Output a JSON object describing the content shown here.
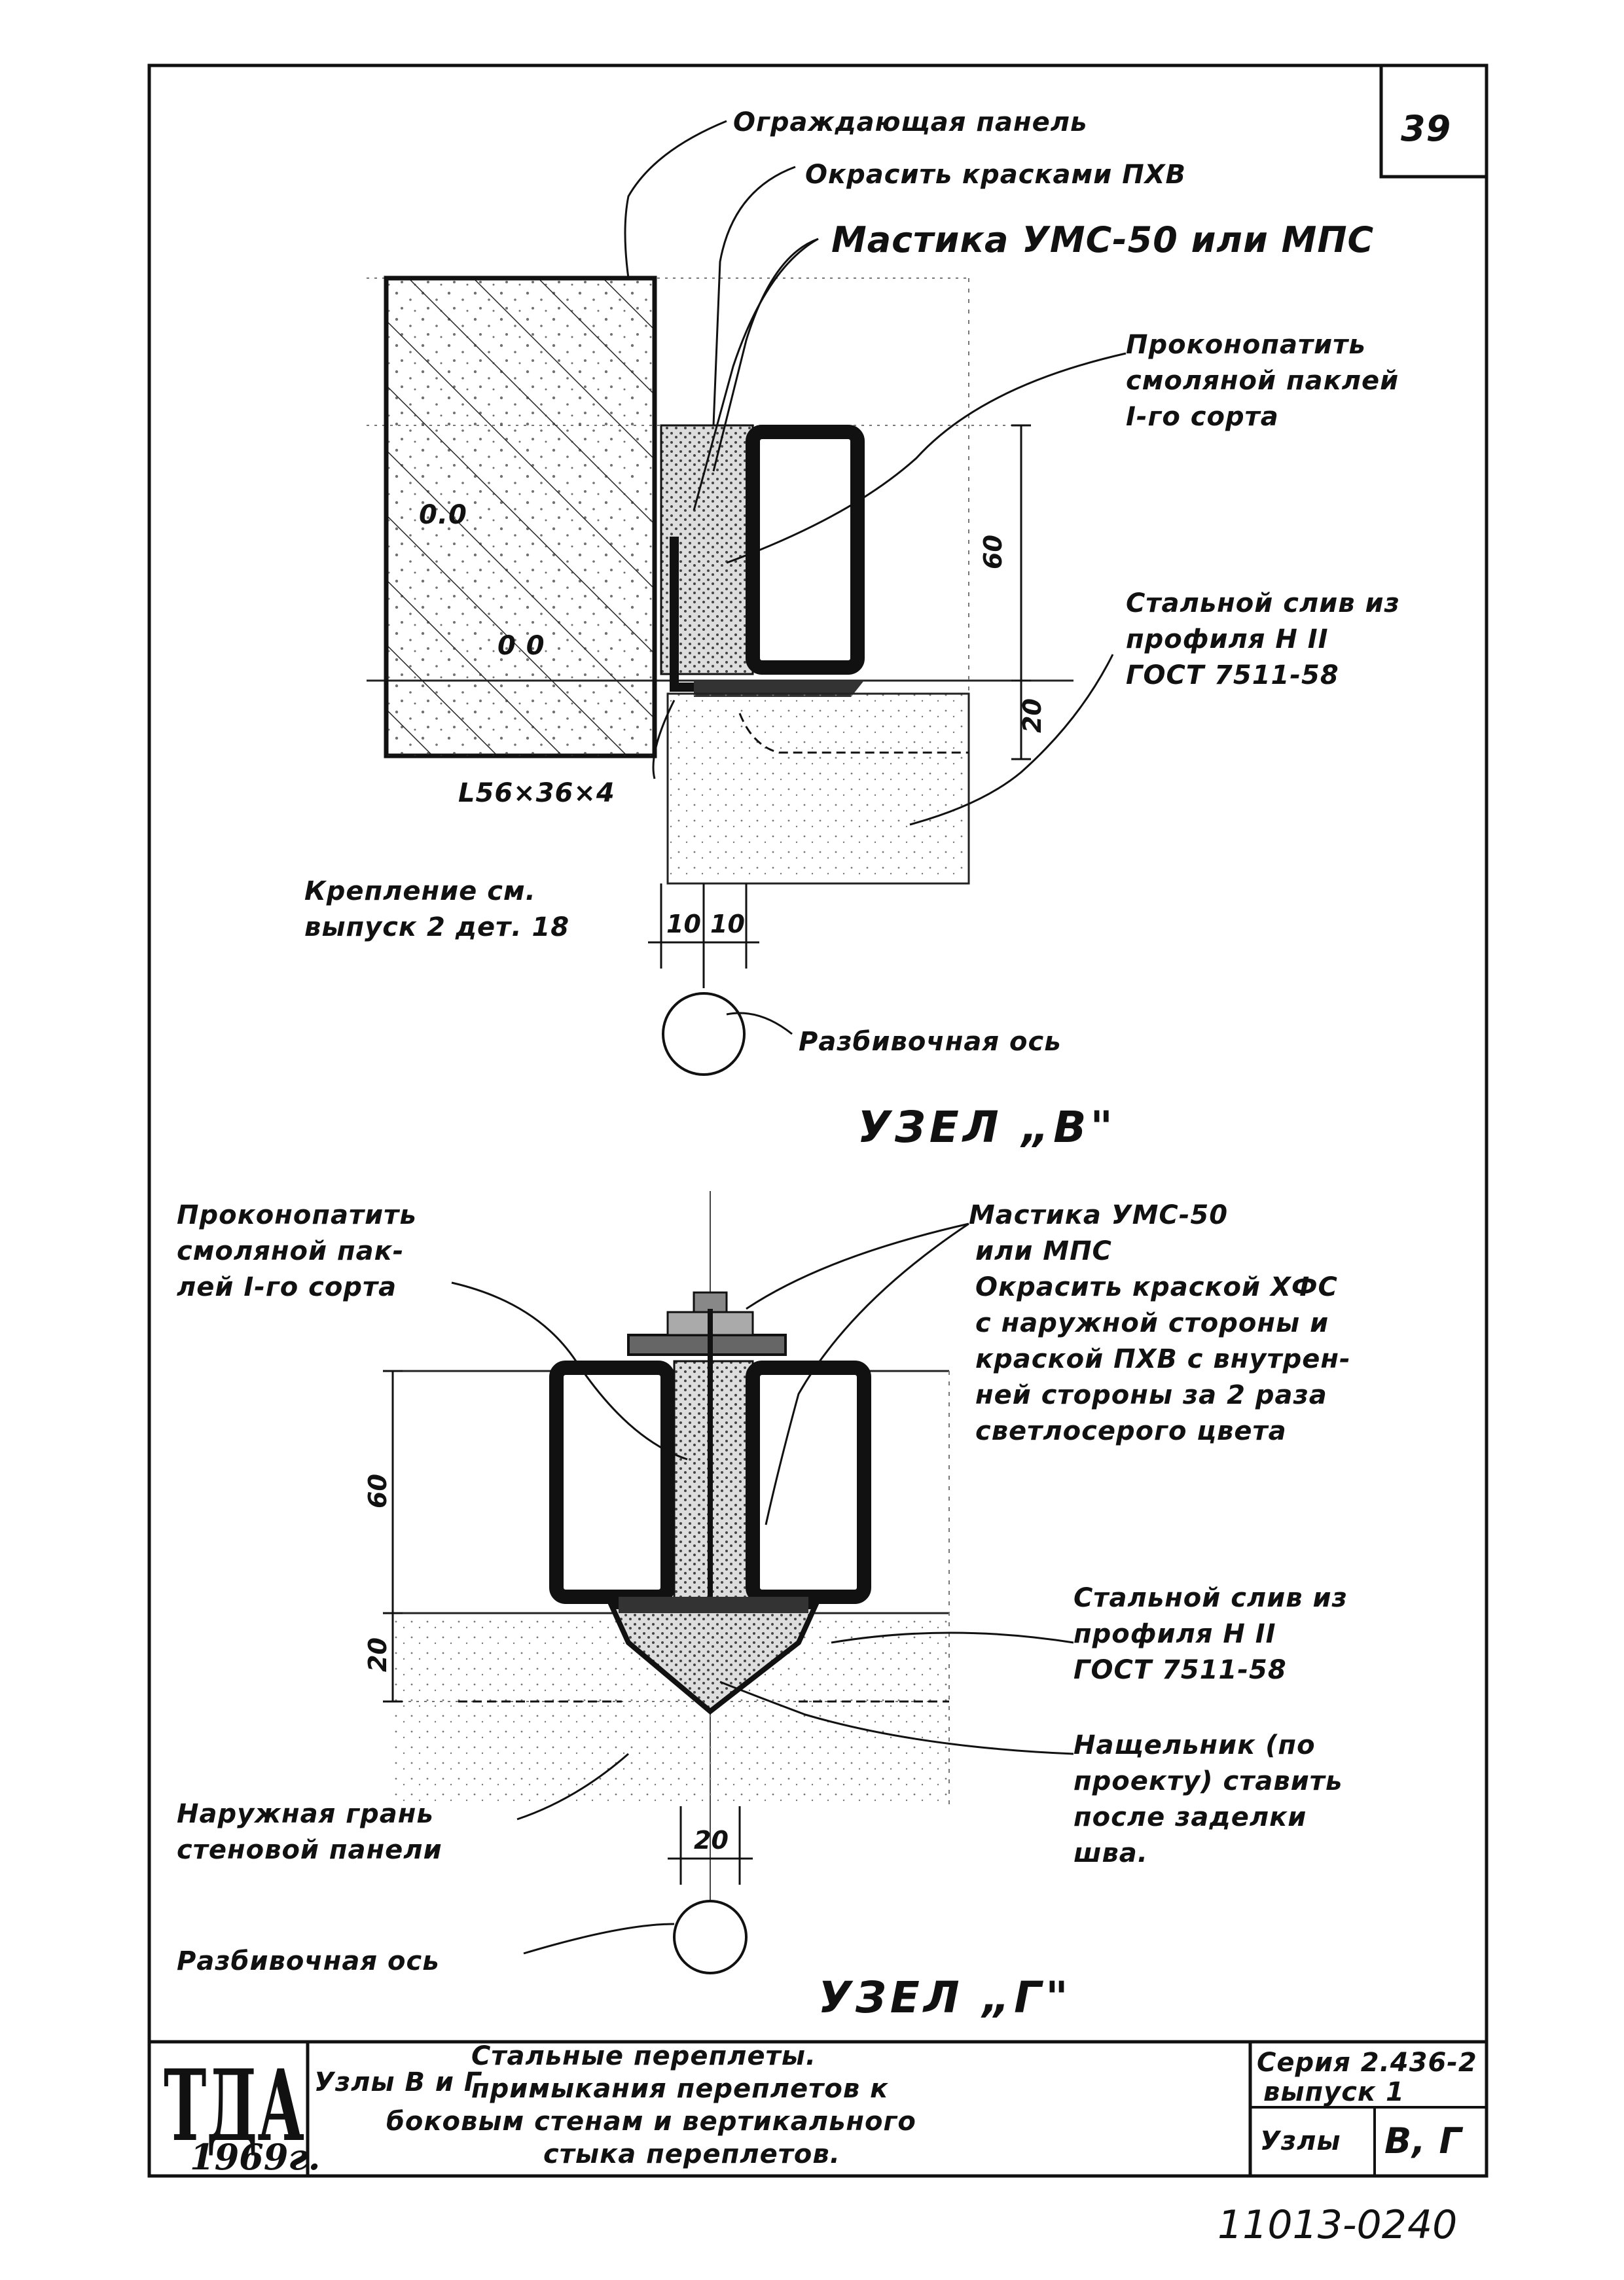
{
  "page_number": "39",
  "node_v": {
    "labels": {
      "panel": "Ограждающая панель",
      "paint": "Окрасить красками ПХВ",
      "mastic": "Мастика УМС-50 или МПС",
      "caulk_1": "Проконопатить",
      "caulk_2": "смоляной паклей",
      "caulk_3": "I-го сорта",
      "flash_1": "Стальной слив из",
      "flash_2": "профиля Н II",
      "flash_3": "ГОСТ 7511-58",
      "angle": "L56×36×4",
      "fix_1": "Крепление см.",
      "fix_2": "выпуск 2 дет. 18",
      "axis": "Разбивочная ось"
    },
    "dims": {
      "d60": "60",
      "d20": "20",
      "d10a": "10",
      "d10b": "10"
    },
    "title": "УЗЕЛ „В\""
  },
  "node_g": {
    "labels": {
      "caulk_1": "Проконопатить",
      "caulk_2": "смоляной пак-",
      "caulk_3": "лей I-го сорта",
      "mastic_1": "Мастика УМС-50",
      "mastic_2": "или МПС",
      "paint_1": "Окрасить краской ХФС",
      "paint_2": "с наружной стороны и",
      "paint_3": "краской ПХВ с внутрен-",
      "paint_4": "ней стороны за 2 раза",
      "paint_5": "светлосерого цвета",
      "flash_1": "Стальной слив из",
      "flash_2": "профиля Н II",
      "flash_3": "ГОСТ 7511-58",
      "plat_1": "Нащельник (по",
      "plat_2": "проекту) ставить",
      "plat_3": "после заделки",
      "plat_4": "шва.",
      "face_1": "Наружная грань",
      "face_2": "стеновой панели",
      "axis": "Разбивочная ось"
    },
    "dims": {
      "d60": "60",
      "d20": "20",
      "d20b": "20"
    },
    "title": "УЗЕЛ „Г\""
  },
  "title_block": {
    "stamp": "ТДА",
    "year": "1969г.",
    "desc_prefix": "Узлы В и Г",
    "desc_1": "Стальные переплеты.",
    "desc_2": "примыкания переплетов к",
    "desc_3": "боковым стенам и вертикального",
    "desc_4": "стыка переплетов.",
    "series": "Серия 2.436-2",
    "issue": "выпуск 1",
    "nodes_label": "Узлы",
    "nodes_value": "В, Г"
  },
  "doc_number": "11013-02",
  "sheet_number": "40"
}
